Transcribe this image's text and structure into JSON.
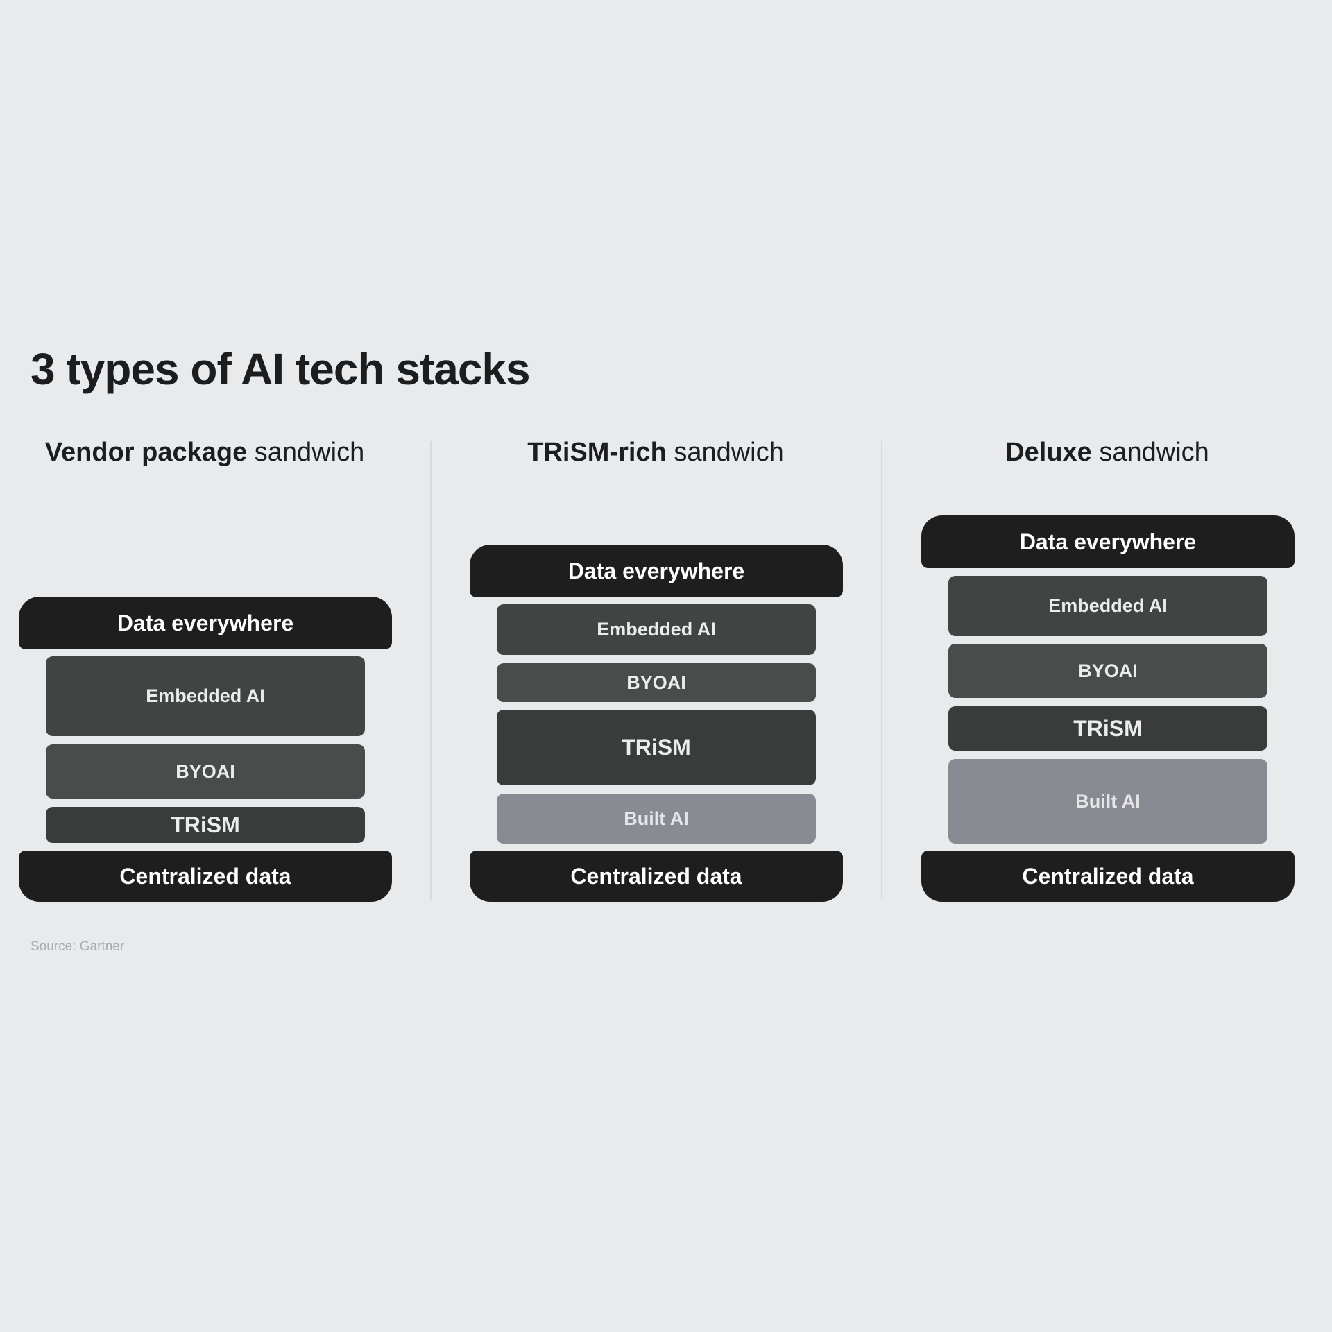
{
  "title": "3 types of AI tech stacks",
  "source": "Source: Gartner",
  "columns": [
    {
      "heading_bold": "Vendor package",
      "heading_rest": " sandwich",
      "layers": {
        "top": "Data everywhere",
        "embedded": "Embedded AI",
        "byoai": "BYOAI",
        "trism": "TRiSM",
        "bottom": "Centralized data"
      }
    },
    {
      "heading_bold": "TRiSM-rich",
      "heading_rest": " sandwich",
      "layers": {
        "top": "Data everywhere",
        "embedded": "Embedded AI",
        "byoai": "BYOAI",
        "trism": "TRiSM",
        "built": "Built AI",
        "bottom": "Centralized data"
      }
    },
    {
      "heading_bold": "Deluxe",
      "heading_rest": " sandwich",
      "layers": {
        "top": "Data everywhere",
        "embedded": "Embedded AI",
        "byoai": "BYOAI",
        "trism": "TRiSM",
        "built": "Built AI",
        "bottom": "Centralized data"
      }
    }
  ],
  "colors": {
    "background": "#e9eaec",
    "bread": "#1e1e1e",
    "layer_dark": "#424343",
    "built_ai": "#898b92"
  }
}
